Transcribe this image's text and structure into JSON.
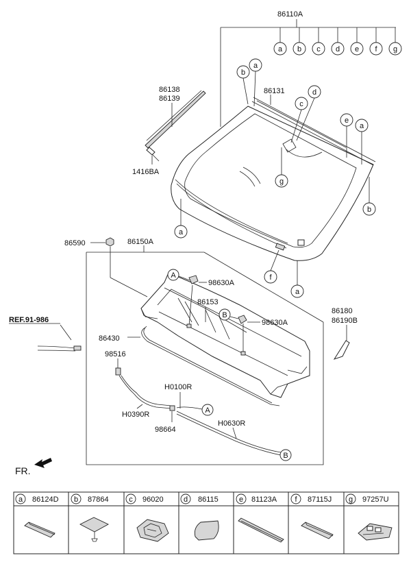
{
  "labels": {
    "p86110A": "86110A",
    "p86138": "86138",
    "p86139": "86139",
    "p1416BA": "1416BA",
    "p86131": "86131",
    "p86590": "86590",
    "p86150A": "86150A",
    "p98630A_1": "98630A",
    "p86153": "86153",
    "p98630A_2": "98630A",
    "p86430": "86430",
    "p98516": "98516",
    "pH0100R": "H0100R",
    "pH0390R": "H0390R",
    "p98664": "98664",
    "pH0630R": "H0630R",
    "p86180": "86180",
    "p86190B": "86190B",
    "ref": "REF.91-986",
    "fr": "FR."
  },
  "top_letters": [
    "a",
    "b",
    "c",
    "d",
    "e",
    "f",
    "g"
  ],
  "callouts": {
    "a": "a",
    "b": "b",
    "c": "c",
    "d": "d",
    "e": "e",
    "f": "f",
    "g": "g",
    "A": "A",
    "B": "B"
  },
  "legend": [
    {
      "letter": "a",
      "part": "86124D"
    },
    {
      "letter": "b",
      "part": "87864"
    },
    {
      "letter": "c",
      "part": "96020"
    },
    {
      "letter": "d",
      "part": "86115"
    },
    {
      "letter": "e",
      "part": "81123A"
    },
    {
      "letter": "f",
      "part": "87115J"
    },
    {
      "letter": "g",
      "part": "97257U"
    }
  ]
}
